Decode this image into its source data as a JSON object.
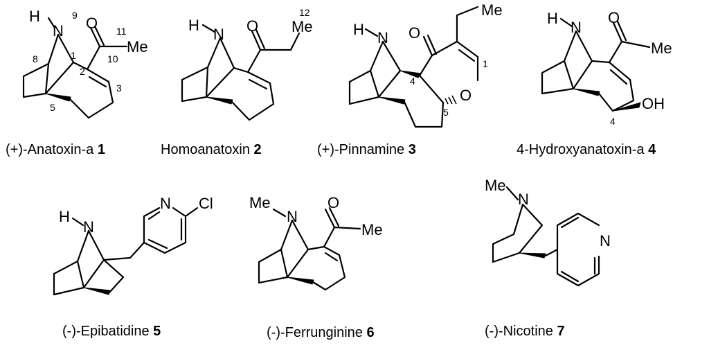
{
  "compounds": [
    {
      "name": "(+)-Anatoxin-a ",
      "number": "1"
    },
    {
      "name": "Homoanatoxin ",
      "number": "2"
    },
    {
      "name": "(+)-Pinnamine ",
      "number": "3"
    },
    {
      "name": "4-Hydroxyanatoxin-a ",
      "number": "4"
    },
    {
      "name": "(-)-Epibatidine ",
      "number": "5"
    },
    {
      "name": "(-)-Ferrunginine ",
      "number": "6"
    },
    {
      "name": "(-)-Nicotine ",
      "number": "7"
    }
  ],
  "atoms": {
    "h": "H",
    "n": "N",
    "o": "O",
    "me": "Me",
    "oh": "OH",
    "cl": "Cl"
  },
  "numbering": {
    "a1": [
      "9",
      "1",
      "2",
      "3",
      "5",
      "8",
      "10",
      "11"
    ],
    "a2": [
      "12"
    ],
    "a3": [
      "4",
      "1",
      "5"
    ],
    "a4": [
      "4"
    ]
  }
}
